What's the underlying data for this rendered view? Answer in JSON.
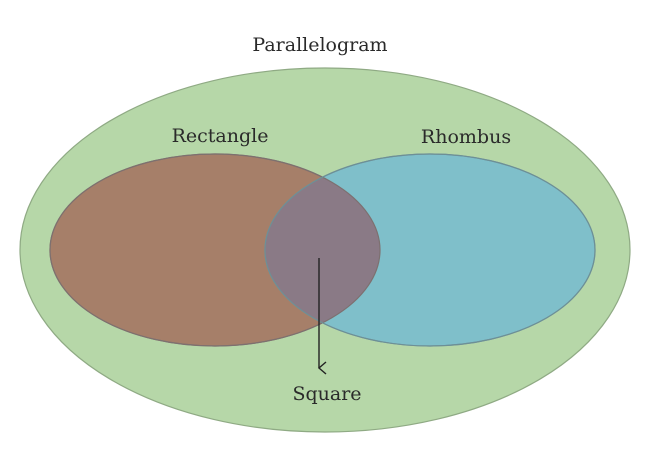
{
  "title": "Parallelogram",
  "sets": {
    "rectangle": "Rectangle",
    "rhombus": "Rhombus",
    "square": "Square"
  },
  "colors": {
    "parallelogram": "#b6d7a8",
    "rectangle": "#a67f69",
    "rhombus": "#7fbfca",
    "square": "#8a7a86",
    "stroke": "#7a8f72"
  }
}
